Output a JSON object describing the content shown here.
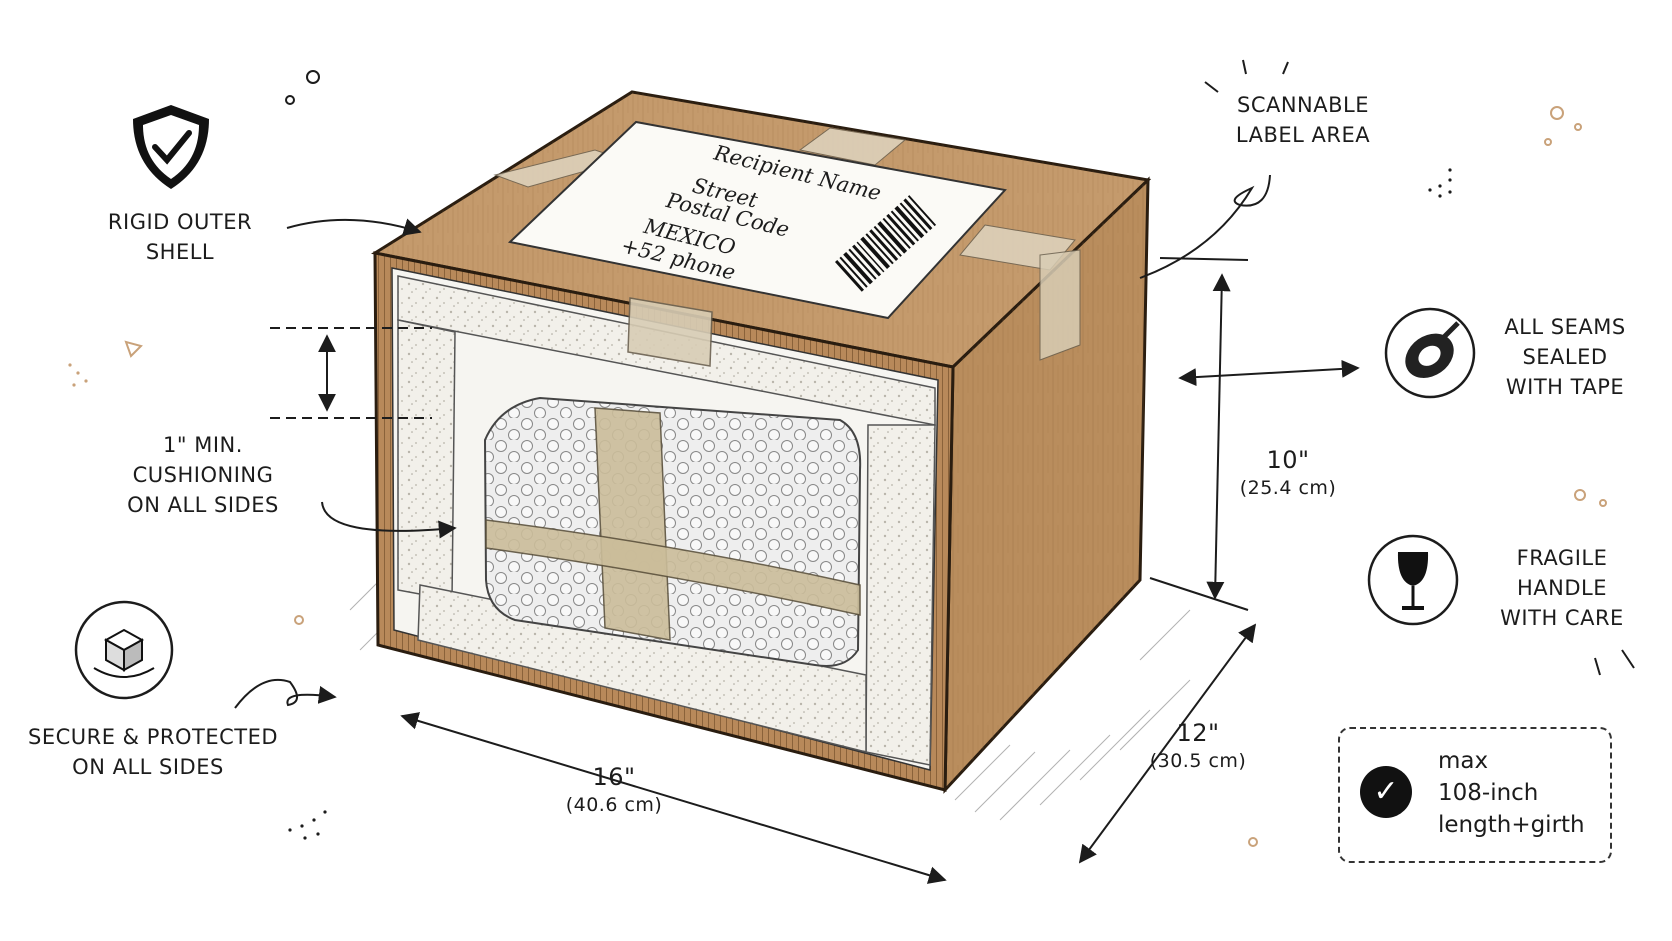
{
  "shipping_label": {
    "recipient": "Recipient Name",
    "street": "Street",
    "postal_code": "Postal Code",
    "country": "MEXICO",
    "phone": "+52 phone"
  },
  "callouts": {
    "rigid_shell": [
      "RIGID OUTER",
      "SHELL"
    ],
    "scannable": [
      "SCANNABLE",
      "LABEL AREA"
    ],
    "cushioning": [
      "1\" MIN.",
      "CUSHIONING",
      "ON ALL SIDES"
    ],
    "seams": [
      "ALL SEAMS",
      "SEALED",
      "WITH TAPE"
    ],
    "fragile": [
      "FRAGILE",
      "HANDLE",
      "WITH CARE"
    ],
    "secure": [
      "SECURE & PROTECTED",
      "ON ALL SIDES"
    ]
  },
  "dimensions": {
    "height": {
      "main": "10\"",
      "sub": "(25.4 cm)"
    },
    "width": {
      "main": "16\"",
      "sub": "(40.6 cm)"
    },
    "depth": {
      "main": "12\"",
      "sub": "(30.5 cm)"
    }
  },
  "size_note": {
    "lines": [
      "max",
      "108-inch",
      "length+girth"
    ],
    "check_glyph": "✓"
  },
  "icons": [
    "shield-check-icon",
    "tape-roll-icon",
    "wine-glass-icon",
    "cushioned-cube-icon",
    "check-circle-icon",
    "barcode-icon"
  ],
  "colors": {
    "cardboard": "#c49a6c",
    "cardboard_dark": "#a87e52",
    "ink": "#1c1c1c",
    "foam": "#f1efe9",
    "tape": "#d8cdb5",
    "accent_dot": "#c9a27a"
  }
}
